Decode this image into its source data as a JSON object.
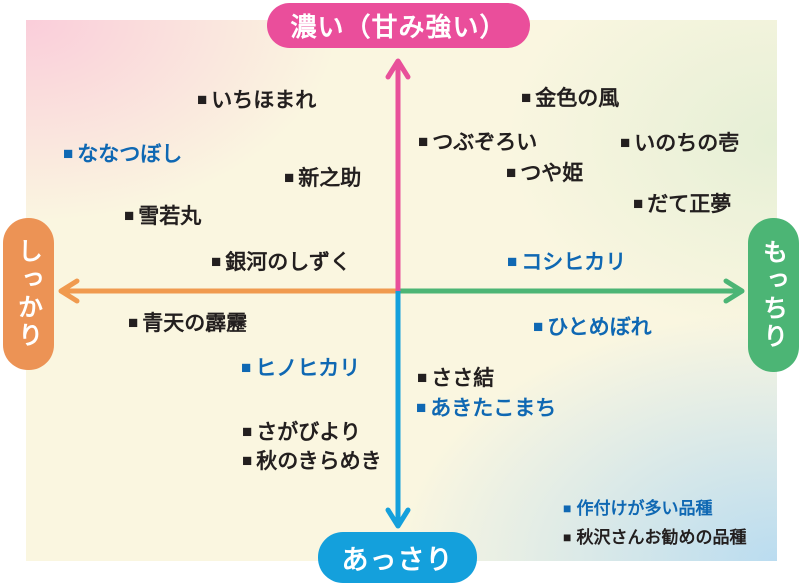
{
  "markers": {
    "square": "■"
  },
  "colors": {
    "axis_top_pink": "#EA4E9B",
    "axis_bottom_blue": "#14A0DC",
    "axis_left_orange": "#EC9355",
    "axis_right_green": "#4CB575",
    "series_blue_text": "#0F68B3",
    "series_black_text": "#231F1F",
    "bg_topleft": "#FCE7EB",
    "bg_topright": "#FBFAE6",
    "bg_bottomleft": "#FBF8E3",
    "bg_bottomright": "#CFE4F0"
  },
  "chart_data": {
    "type": "scatter",
    "title": "",
    "axes": {
      "top": {
        "label": "濃い（甘み強い）",
        "color": "#EA4E9B"
      },
      "bottom": {
        "label": "あっさり",
        "color": "#14A0DC"
      },
      "left": {
        "label": "しっかり",
        "color": "#EC9355"
      },
      "right": {
        "label": "もっちり",
        "color": "#4CB575"
      }
    },
    "xlim": [
      -1,
      1
    ],
    "ylim": [
      -1,
      1
    ],
    "grid": false,
    "legend_position": "bottom-right",
    "series": [
      {
        "name": "作付けが多い品種",
        "color": "#0F68B3",
        "points": [
          {
            "label": "ななつぼし",
            "x": -0.96,
            "y": 0.6
          },
          {
            "label": "コシヒカリ",
            "x": 0.35,
            "y": 0.13
          },
          {
            "label": "ひとめぼれ",
            "x": 0.43,
            "y": -0.15
          },
          {
            "label": "ヒノヒカリ",
            "x": -0.43,
            "y": -0.33
          },
          {
            "label": "あきたこまち",
            "x": 0.08,
            "y": -0.5
          }
        ]
      },
      {
        "name": "秋沢さんお勧めの品種",
        "color": "#231F1F",
        "points": [
          {
            "label": "いちほまれ",
            "x": -0.56,
            "y": 0.83
          },
          {
            "label": "金色の風",
            "x": 0.39,
            "y": 0.84
          },
          {
            "label": "つぶぞろい",
            "x": 0.09,
            "y": 0.65
          },
          {
            "label": "いのちの壱",
            "x": 0.68,
            "y": 0.65
          },
          {
            "label": "つや姫",
            "x": 0.35,
            "y": 0.52
          },
          {
            "label": "新之助",
            "x": -0.31,
            "y": 0.5
          },
          {
            "label": "だて正夢",
            "x": 0.72,
            "y": 0.38
          },
          {
            "label": "雪若丸",
            "x": -0.78,
            "y": 0.33
          },
          {
            "label": "銀河のしずく",
            "x": -0.52,
            "y": 0.13
          },
          {
            "label": "青天の霹靂",
            "x": -0.76,
            "y": -0.13
          },
          {
            "label": "ささ結",
            "x": 0.09,
            "y": -0.37
          },
          {
            "label": "さがびより",
            "x": -0.43,
            "y": -0.61
          },
          {
            "label": "秋のきらめき",
            "x": -0.43,
            "y": -0.73
          }
        ]
      }
    ]
  }
}
